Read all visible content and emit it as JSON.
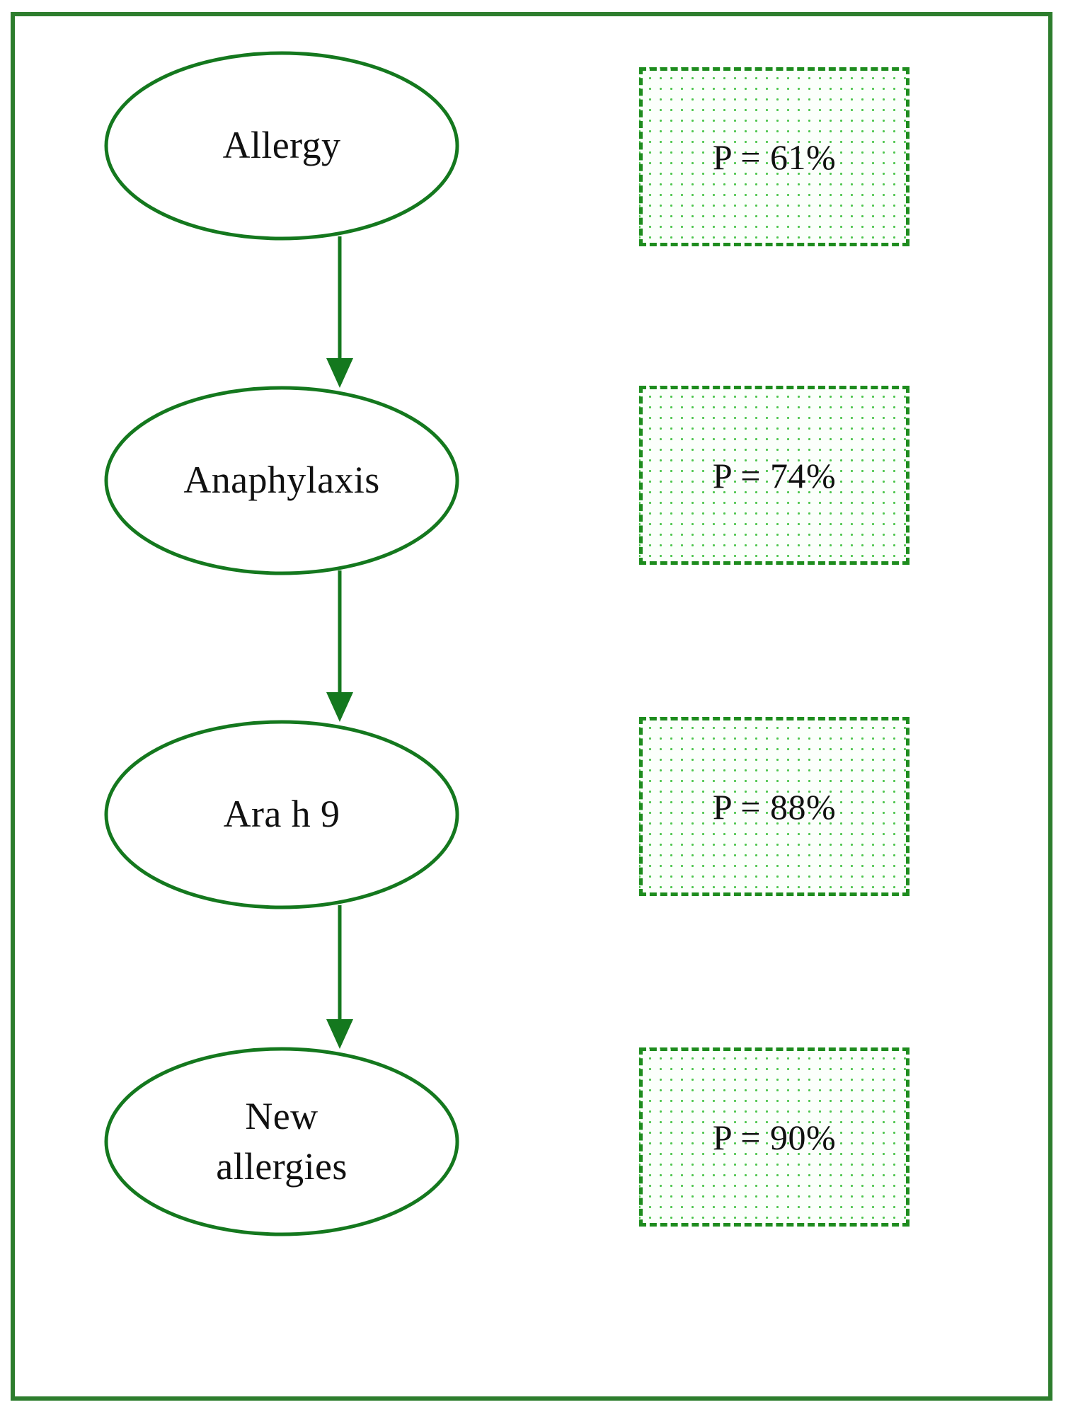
{
  "figure": {
    "kind": "flowchart",
    "border_color": "#2d7d2d",
    "node_stroke_color": "#14781e",
    "box_border_color": "#1e8c1e",
    "box_fill_dot_color": "#4fc64f",
    "text_color": "#111111"
  },
  "nodes": [
    {
      "id": "allergy",
      "label": "Allergy",
      "label_line2": ""
    },
    {
      "id": "anaphylaxis",
      "label": "Anaphylaxis",
      "label_line2": ""
    },
    {
      "id": "ara-h-9",
      "label": "Ara h 9",
      "label_line2": ""
    },
    {
      "id": "new-allergies",
      "label": "New",
      "label_line2": "allergies"
    }
  ],
  "edges": [
    {
      "from": "allergy",
      "to": "anaphylaxis",
      "arrow": "down"
    },
    {
      "from": "anaphylaxis",
      "to": "ara-h-9",
      "arrow": "down"
    },
    {
      "from": "ara-h-9",
      "to": "new-allergies",
      "arrow": "down"
    }
  ],
  "probability_boxes": [
    {
      "for": "allergy",
      "text": "P = 61%",
      "value": 61
    },
    {
      "for": "anaphylaxis",
      "text": "P = 74%",
      "value": 74
    },
    {
      "for": "ara-h-9",
      "text": "P = 88%",
      "value": 88
    },
    {
      "for": "new-allergies",
      "text": "P = 90%",
      "value": 90
    }
  ]
}
